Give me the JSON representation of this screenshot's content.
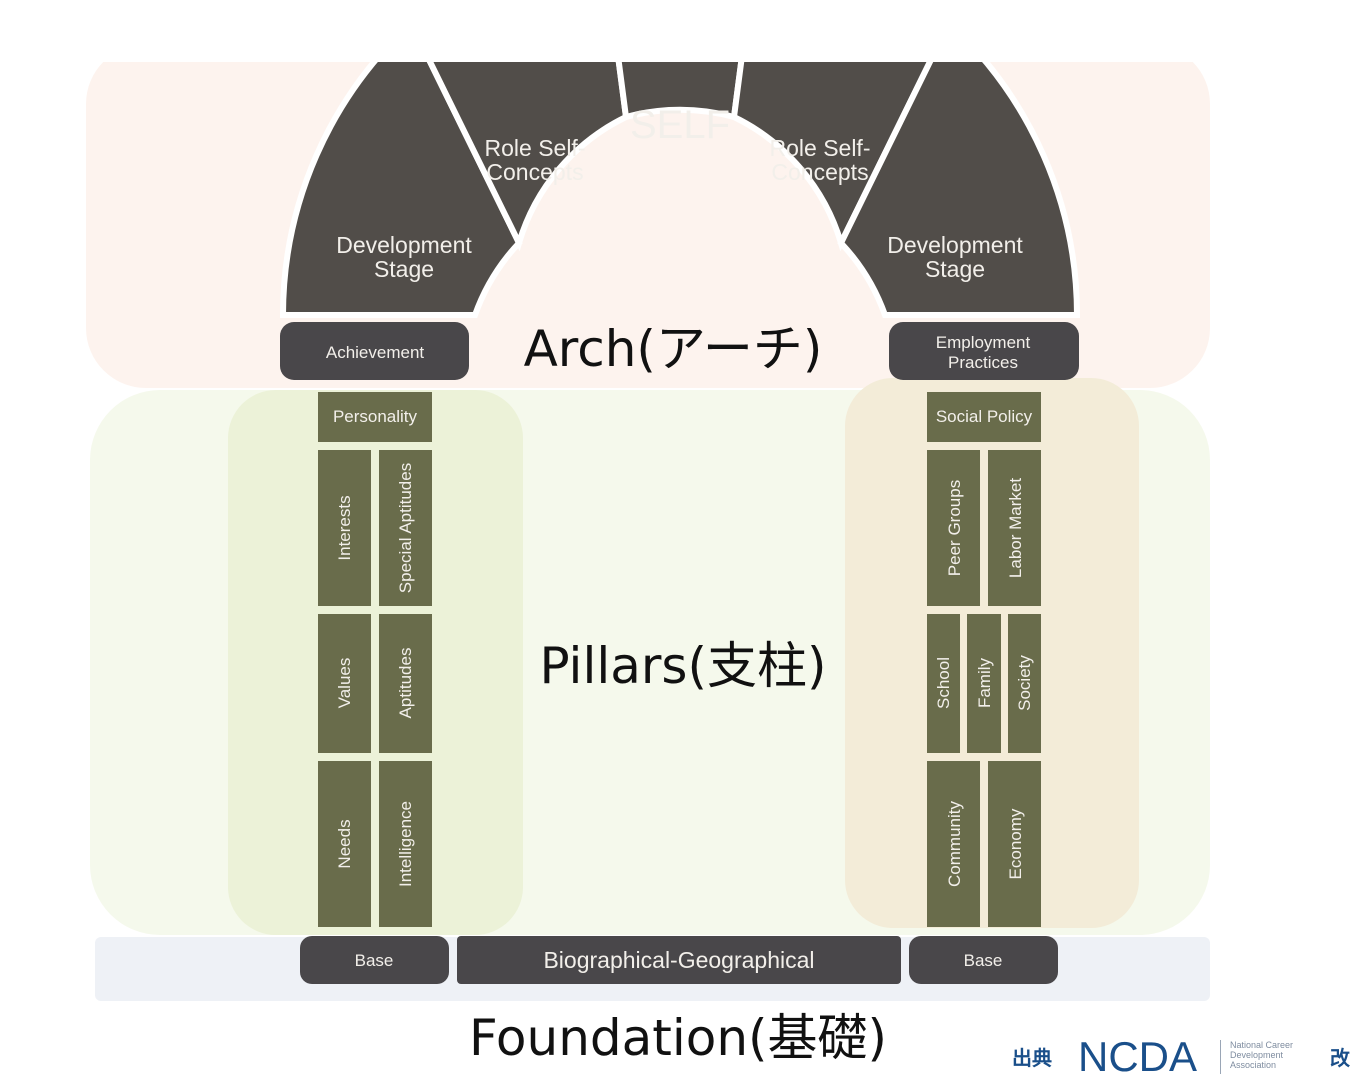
{
  "arch": {
    "self": "SELF",
    "role_left": [
      "Role Self-",
      "Concepts"
    ],
    "role_right": [
      "Role Self-",
      "Concepts"
    ],
    "dev_left": [
      "Development",
      "Stage"
    ],
    "dev_right": [
      "Development",
      "Stage"
    ],
    "achievement": "Achievement",
    "employment": [
      "Employment",
      "Practices"
    ]
  },
  "labels": {
    "arch": "Arch(アーチ)",
    "pillars": "Pillars(支柱)",
    "foundation": "Foundation(基礎)"
  },
  "left_pillar": {
    "top": "Personality",
    "interests": "Interests",
    "special_aptitudes": "Special Aptitudes",
    "values": "Values",
    "aptitudes": "Aptitudes",
    "needs": "Needs",
    "intelligence": "Intelligence"
  },
  "right_pillar": {
    "top": "Social Policy",
    "peer_groups": "Peer Groups",
    "labor_market": "Labor Market",
    "school": "School",
    "family": "Family",
    "society": "Society",
    "community": "Community",
    "economy": "Economy"
  },
  "foundation": {
    "base_left": "Base",
    "middle": "Biographical-Geographical",
    "base_right": "Base"
  },
  "credit": {
    "prefix": "出典",
    "org": "NCDA",
    "org_full": [
      "National Career",
      "Development",
      "Association"
    ],
    "suffix": "改"
  },
  "colors": {
    "arch_bg": "#fdf3ee",
    "pillars_bg": "#f5f9ec",
    "left_pillar_bg": "#ecf2d8",
    "right_pillar_bg": "#f3ecd8",
    "foundation_bg": "#eef1f6",
    "segment": "#514d49",
    "pillar_block": "#696c4b",
    "base_block": "#49474a",
    "credit": "#1a4f8a"
  }
}
